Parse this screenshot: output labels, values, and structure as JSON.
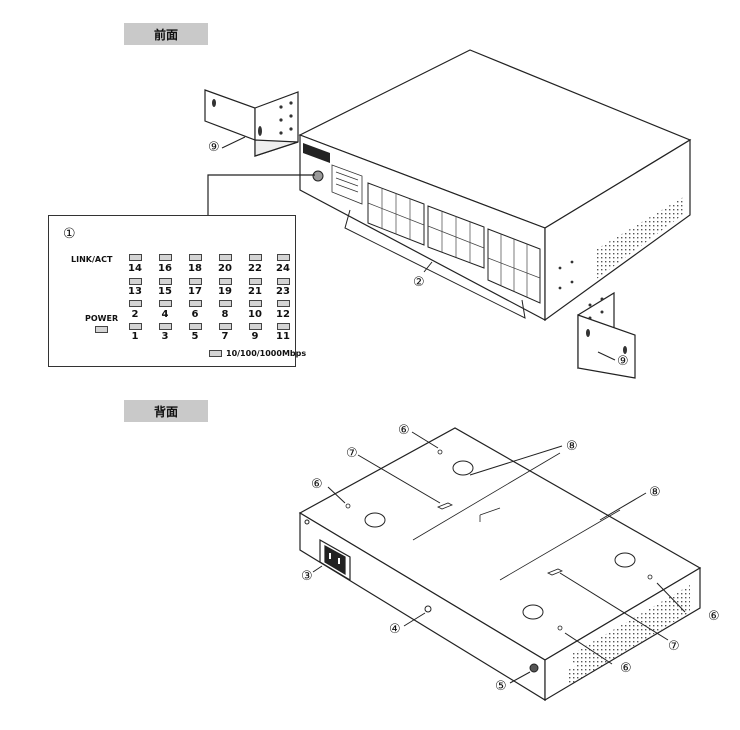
{
  "labels": {
    "front": "前面",
    "back": "背面"
  },
  "callouts": {
    "c1": "①",
    "c2": "②",
    "c3": "③",
    "c4": "④",
    "c5": "⑤",
    "c6": "⑥",
    "c7": "⑦",
    "c8": "⑧",
    "c9": "⑨"
  },
  "panel": {
    "link_label": "LINK/ACT",
    "power_label": "POWER",
    "top_ports": [
      "14",
      "16",
      "18",
      "20",
      "22",
      "24"
    ],
    "bottom_ports": [
      "13",
      "15",
      "17",
      "19",
      "21",
      "23"
    ],
    "lower_top_ports": [
      "2",
      "4",
      "6",
      "8",
      "10",
      "12"
    ],
    "lower_bottom_ports": [
      "1",
      "3",
      "5",
      "7",
      "9",
      "11"
    ],
    "legend": "10/100/1000Mbps"
  },
  "colors": {
    "led_fill": "#d4d4d4",
    "label_bg": "#c9c9c9"
  }
}
